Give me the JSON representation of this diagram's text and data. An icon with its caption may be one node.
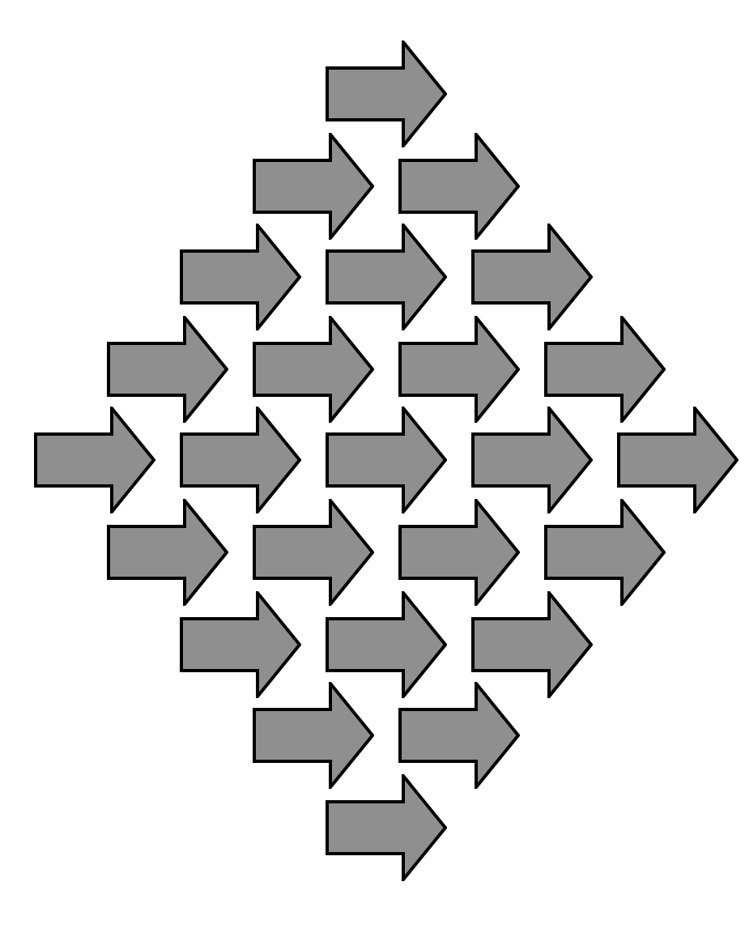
{
  "diagram": {
    "nodes": [
      {
        "text": [],
        "shape": "arrow"
      },
      {
        "text": [],
        "shape": "arrow"
      },
      {
        "text": [],
        "shape": "arrow"
      },
      {
        "text": [],
        "shape": "arrow"
      },
      {
        "text": [],
        "shape": "arrow"
      },
      {
        "text": [],
        "shape": "arrow"
      },
      {
        "text": [],
        "shape": "arrow"
      },
      {
        "text": [],
        "shape": "arrow"
      },
      {
        "text": [],
        "shape": "arrow"
      },
      {
        "text": [],
        "shape": "arrow"
      },
      {
        "text": [],
        "shape": "arrow"
      },
      {
        "text": [],
        "shape": "arrow"
      },
      {
        "text": [],
        "shape": "arrow"
      },
      {
        "text": [],
        "shape": "arrow"
      },
      {
        "text": [],
        "shape": "arrow"
      },
      {
        "text": [],
        "shape": "arrow"
      },
      {
        "text": [],
        "shape": "arrow"
      },
      {
        "text": [],
        "shape": "arrow"
      },
      {
        "text": [],
        "shape": "arrow"
      },
      {
        "text": [],
        "shape": "arrow"
      },
      {
        "text": [],
        "shape": "arrow"
      },
      {
        "text": [],
        "shape": "arrow"
      },
      {
        "text": [],
        "shape": "arrow"
      },
      {
        "text": [],
        "shape": "arrow"
      },
      {
        "text": [],
        "shape": "arrow"
      }
    ]
  }
}
